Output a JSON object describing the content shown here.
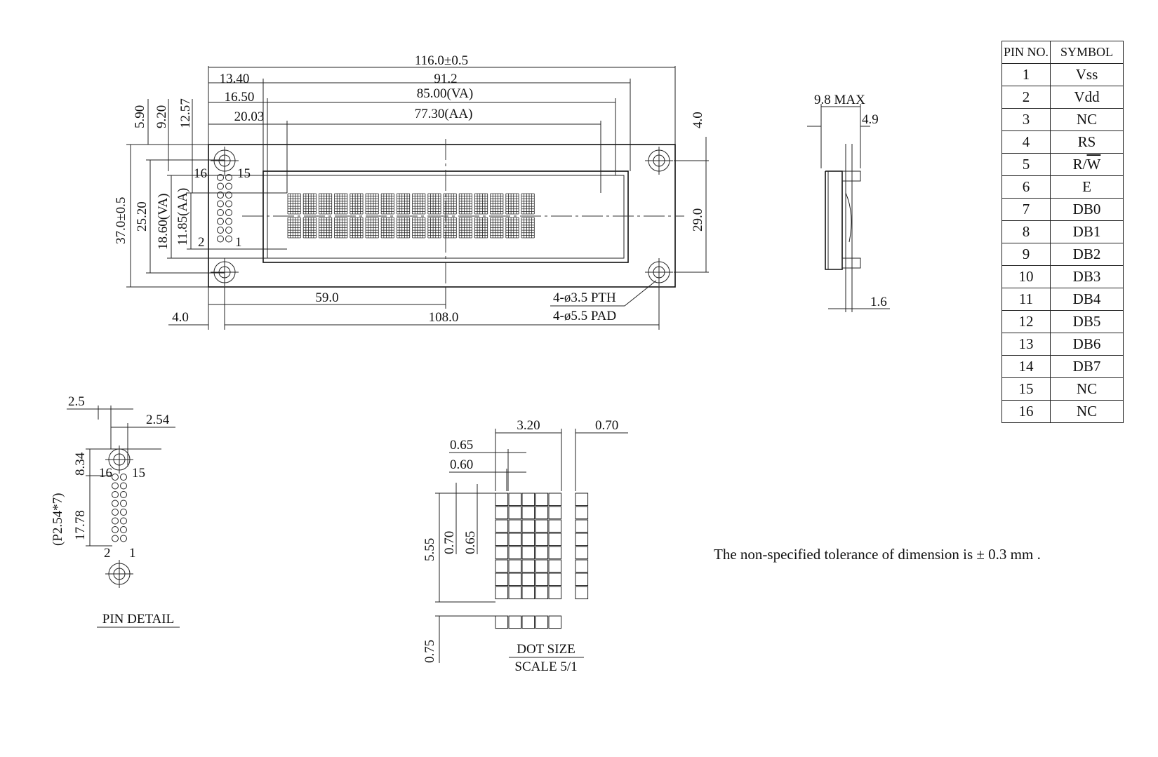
{
  "front_view": {
    "overall_width": "116.0±0.5",
    "dim_13_40": "13.40",
    "dim_91_2": "91.2",
    "dim_16_50": "16.50",
    "dim_va_width": "85.00(VA)",
    "dim_20_03": "20.03",
    "dim_aa_width": "77.30(AA)",
    "dim_5_90": "5.90",
    "dim_9_20": "9.20",
    "dim_12_57": "12.57",
    "dim_4_0_top": "4.0",
    "overall_height": "37.0±0.5",
    "dim_25_20": "25.20",
    "dim_va_height": "18.60(VA)",
    "dim_aa_height": "11.85(AA)",
    "dim_29_0": "29.0",
    "dim_59_0": "59.0",
    "dim_108_0": "108.0",
    "dim_4_0_left": "4.0",
    "hole_pth": "4-ø3.5 PTH",
    "hole_pad": "4-ø5.5 PAD",
    "pin_16": "16",
    "pin_15": "15",
    "pin_2": "2",
    "pin_1": "1"
  },
  "side_view": {
    "max_thickness": "9.8 MAX",
    "dim_4_9": "4.9",
    "dim_1_6": "1.6"
  },
  "pin_detail": {
    "title": "PIN DETAIL",
    "dim_2_5": "2.5",
    "dim_2_54": "2.54",
    "dim_8_34": "8.34",
    "dim_17_78": "17.78",
    "pitch": "(P2.54*7)",
    "pin_16": "16",
    "pin_15": "15",
    "pin_2": "2",
    "pin_1": "1"
  },
  "dot_size": {
    "title": "DOT SIZE",
    "scale": "SCALE 5/1",
    "dim_3_20": "3.20",
    "dim_0_70_top": "0.70",
    "dim_0_65_h": "0.65",
    "dim_0_60": "0.60",
    "dim_5_55": "5.55",
    "dim_0_70_v": "0.70",
    "dim_0_65_v": "0.65",
    "dim_0_75": "0.75"
  },
  "pin_table": {
    "headers": [
      "PIN NO.",
      "SYMBOL"
    ],
    "rows": [
      [
        "1",
        "Vss"
      ],
      [
        "2",
        "Vdd"
      ],
      [
        "3",
        "NC"
      ],
      [
        "4",
        "RS"
      ],
      [
        "5",
        "R/W"
      ],
      [
        "6",
        "E"
      ],
      [
        "7",
        "DB0"
      ],
      [
        "8",
        "DB1"
      ],
      [
        "9",
        "DB2"
      ],
      [
        "10",
        "DB3"
      ],
      [
        "11",
        "DB4"
      ],
      [
        "12",
        "DB5"
      ],
      [
        "13",
        "DB6"
      ],
      [
        "14",
        "DB7"
      ],
      [
        "15",
        "NC"
      ],
      [
        "16",
        "NC"
      ]
    ]
  },
  "note": "The non-specified tolerance of dimension is ± 0.3 mm ."
}
